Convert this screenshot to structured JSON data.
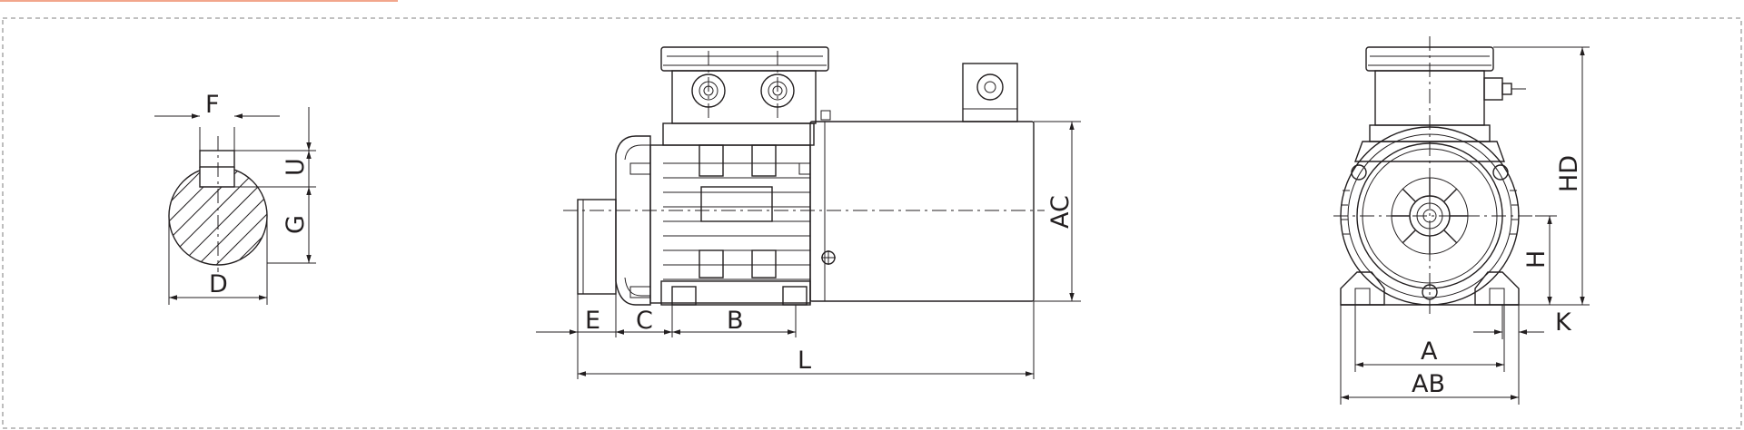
{
  "labels": {
    "f": "F",
    "u": "U",
    "g": "G",
    "d": "D",
    "e": "E",
    "c": "C",
    "b": "B",
    "l": "L",
    "ac": "AC",
    "hd": "HD",
    "h": "H",
    "k": "K",
    "a": "A",
    "ab": "AB"
  },
  "colors": {
    "line": "#231f20",
    "frame": "#9a9a9a",
    "accent_bar": "#f2a68c"
  }
}
